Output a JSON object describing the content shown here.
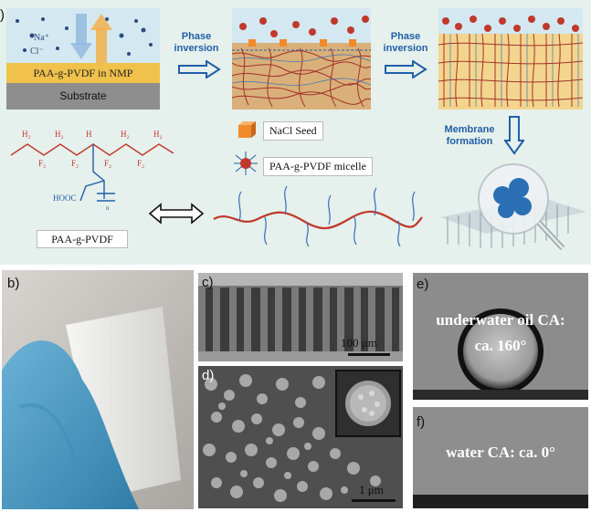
{
  "panel_a": {
    "letter": ")",
    "ion_na": "Na⁺",
    "ion_cl": "Cl⁻",
    "layer_label": "PAA-g-PVDF in NMP",
    "substrate_label": "Substrate",
    "step1_label": "Phase\ninversion",
    "step2_label": "Phase\ninversion",
    "step3_label": "Membrane\nformation",
    "legend_seed": "NaCl Seed",
    "legend_micelle": "PAA-g-PVDF micelle",
    "polymer_label": "PAA-g-PVDF",
    "chem_h2": "H₂",
    "chem_h": "H",
    "chem_f2": "F₂",
    "chem_cooh": "HOOC",
    "chem_n": "n"
  },
  "panel_b": {
    "letter": "b)"
  },
  "panel_c": {
    "letter": "c)",
    "scale": "100 μm"
  },
  "panel_d": {
    "letter": "d)",
    "scale": "1 μm"
  },
  "panel_e": {
    "letter": "e)",
    "line1": "underwater oil CA:",
    "line2": "ca. 160°"
  },
  "panel_f": {
    "letter": "f)",
    "text": "water CA: ca. 0°"
  },
  "colors": {
    "panel_bg": "#e6f0ec",
    "accent_blue": "#1f5fa8",
    "polymer_red": "#c0392b",
    "layer_yellow": "#f0c14b"
  }
}
